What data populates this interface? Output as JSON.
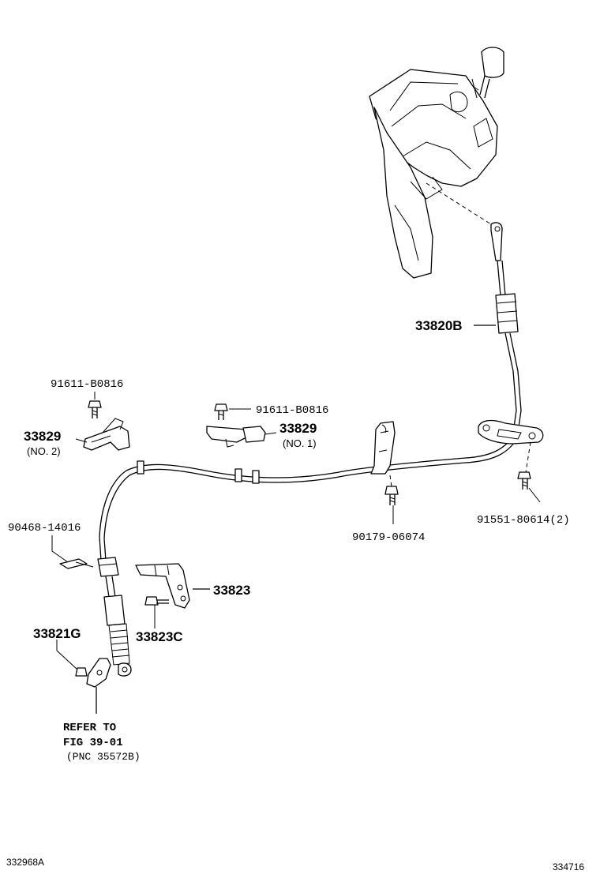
{
  "labels": {
    "cable_top": "33820B",
    "bolt_left": "91611-B0816",
    "bolt_mid": "91611-B0816",
    "clamp_no2_pn": "33829",
    "clamp_no2_sub": "(NO. 2)",
    "clamp_no1_pn": "33829",
    "clamp_no1_sub": "(NO. 1)",
    "clip": "90468-14016",
    "bolt_bracket": "90179-06074",
    "bolt_plate": "91551-80614(2)",
    "bracket": "33823",
    "bracket_bolt": "33823C",
    "nut": "33821G",
    "refer_1": "REFER TO",
    "refer_2": "FIG 39-01",
    "refer_3": "(PNC 35572B)",
    "code_left": "332968A",
    "code_right": "334716"
  }
}
